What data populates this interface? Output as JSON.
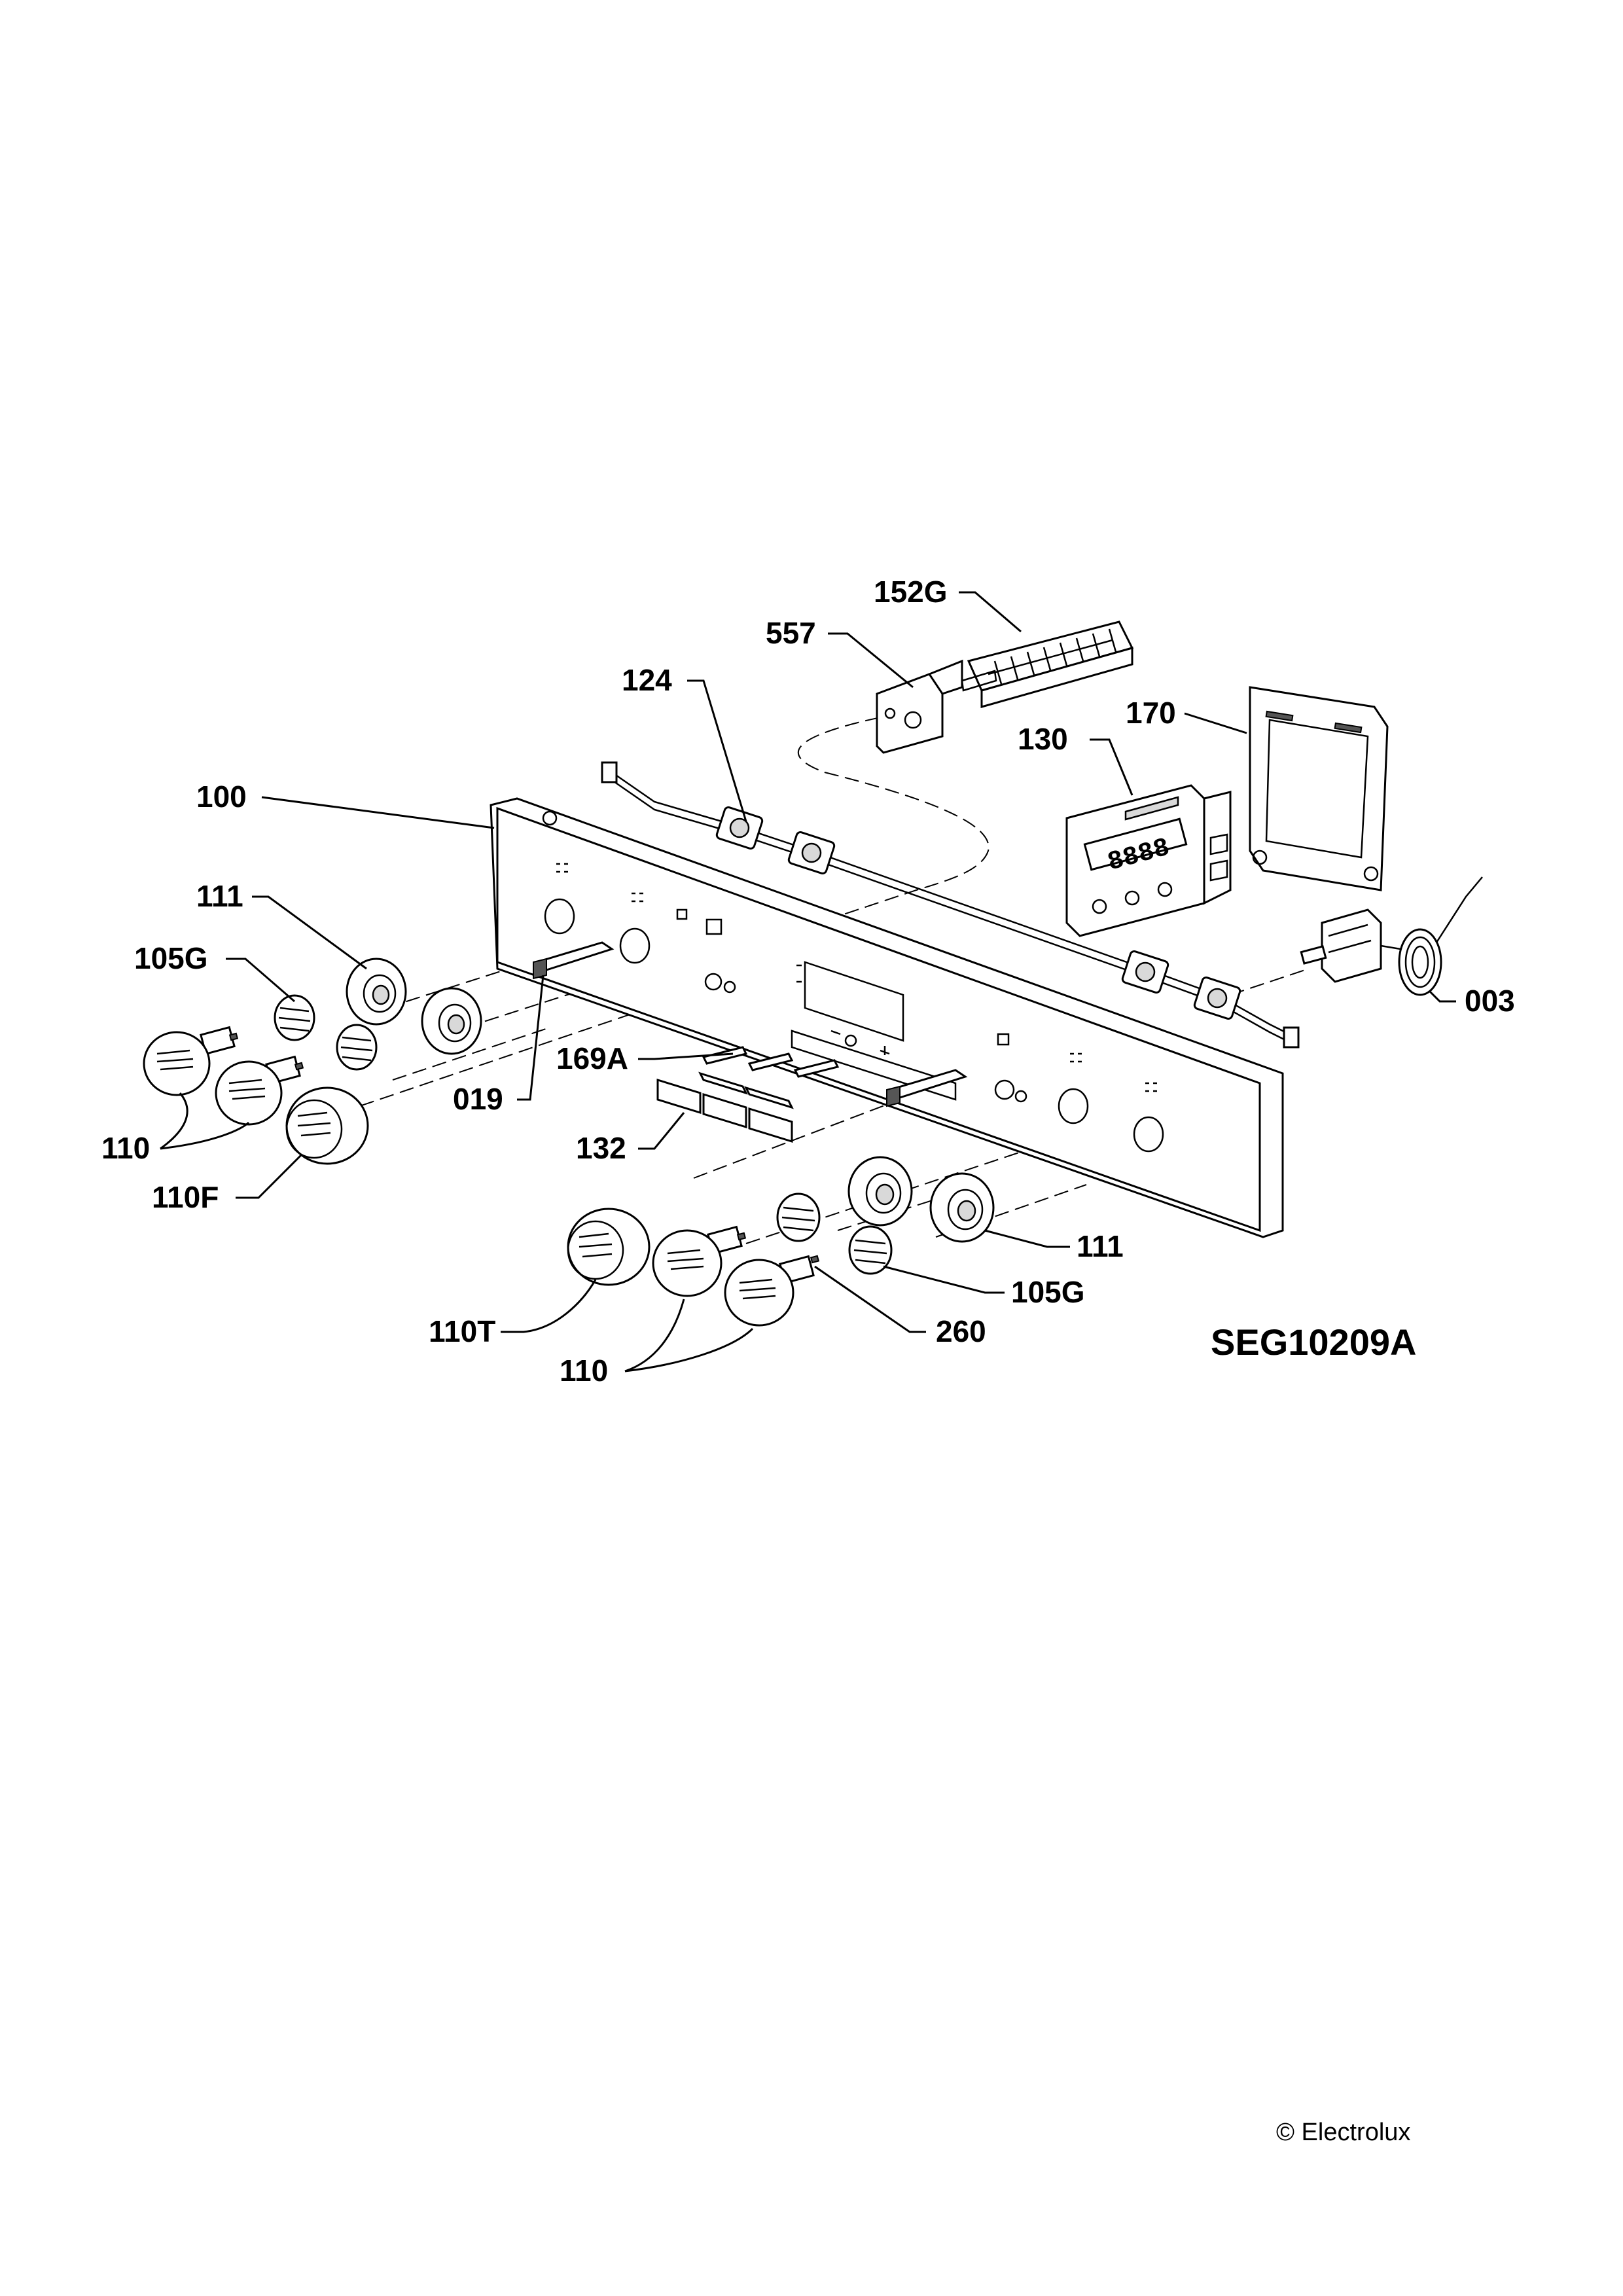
{
  "drawing_code": "SEG10209A",
  "copyright": "© Electrolux",
  "labels": {
    "l152g": "152G",
    "l557": "557",
    "l124": "124",
    "l170": "170",
    "l130": "130",
    "l100": "100",
    "l111_top": "111",
    "l105g_top": "105G",
    "l110_left": "110",
    "l110f": "110F",
    "l019": "019",
    "l169a": "169A",
    "l132": "132",
    "l003": "003",
    "l111_bottom": "111",
    "l105g_bottom": "105G",
    "l110t": "110T",
    "l260": "260",
    "l110_bottom": "110"
  },
  "timer_display": "8888"
}
